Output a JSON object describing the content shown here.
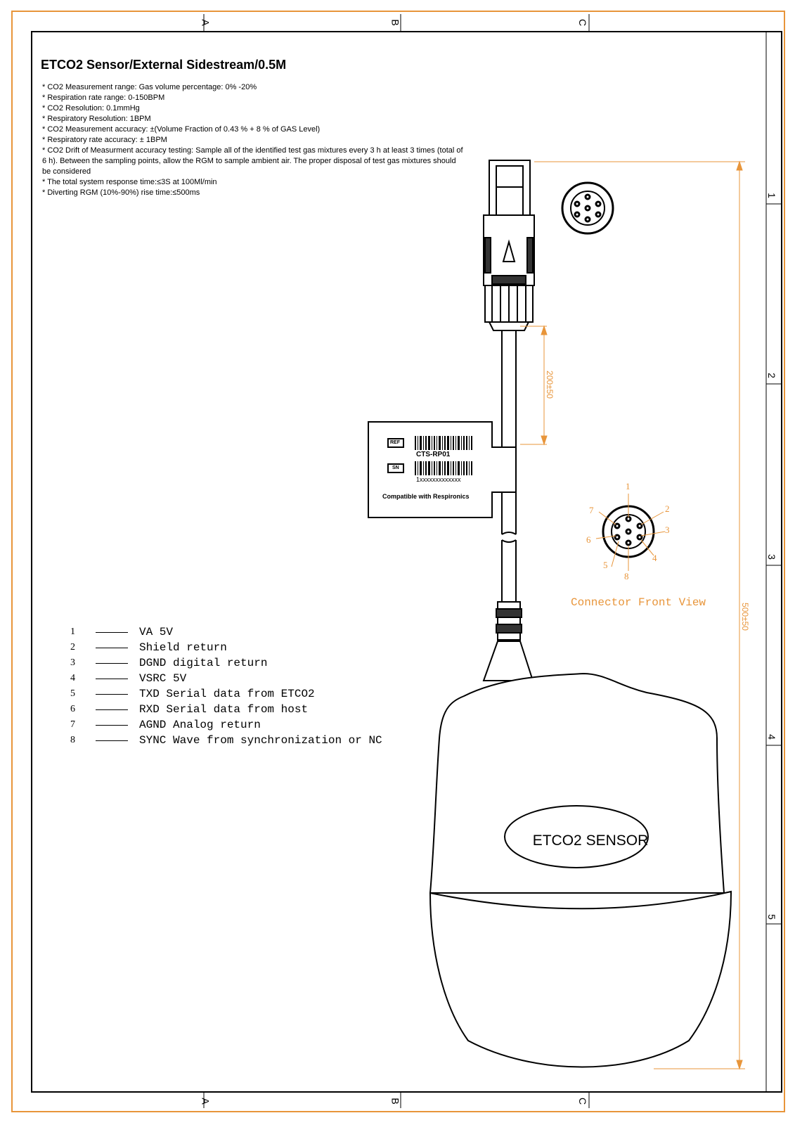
{
  "title": "ETCO2 Sensor/External Sidestream/0.5M",
  "specs": [
    "* CO2 Measurement range: Gas volume percentage: 0% -20%",
    "* Respiration rate range: 0-150BPM",
    "* CO2 Resolution: 0.1mmHg",
    "* Respiratory Resolution: 1BPM",
    "* CO2 Measurement accuracy: ±(Volume Fraction of 0.43 % + 8 % of GAS Level)",
    "* Respiratory rate accuracy: ± 1BPM",
    "* CO2 Drift of Measurment accuracy testing: Sample all of the identified test gas mixtures every 3 h at least 3 times (total of 6 h). Between the sampling points, allow the RGM to sample ambient air. The proper disposal of test gas mixtures should be considered",
    "* The total system response time:≤3S at 100Ml/min",
    "* Diverting RGM (10%-90%) rise time:≤500ms"
  ],
  "pins": [
    {
      "no": "1",
      "desc": "VA 5V"
    },
    {
      "no": "2",
      "desc": "Shield return"
    },
    {
      "no": "3",
      "desc": "DGND digital return"
    },
    {
      "no": "4",
      "desc": "VSRC 5V"
    },
    {
      "no": "5",
      "desc": "TXD Serial data from ETCO2"
    },
    {
      "no": "6",
      "desc": "RXD Serial data from host"
    },
    {
      "no": "7",
      "desc": "AGND Analog return"
    },
    {
      "no": "8",
      "desc": "SYNC Wave from synchronization or NC"
    }
  ],
  "connector_label": "Connector Front View",
  "connector_pin_numbers": [
    "1",
    "2",
    "3",
    "4",
    "5",
    "6",
    "7",
    "8"
  ],
  "sensor_label": "ETCO2 SENSOR",
  "label_tag": {
    "ref": "REF",
    "sn": "SN",
    "part_number": "CTS-RP01",
    "serial_number": "1xxxxxxxxxxxxx",
    "compatibility": "Compatible with Respironics"
  },
  "dimensions": {
    "cable_segment": "200±50",
    "total_length": "500±50"
  },
  "zones": {
    "columns": [
      "A",
      "B",
      "C"
    ],
    "rows": [
      "1",
      "2",
      "3",
      "4",
      "5"
    ]
  },
  "colors": {
    "accent": "#e8953a",
    "line": "#000000"
  }
}
